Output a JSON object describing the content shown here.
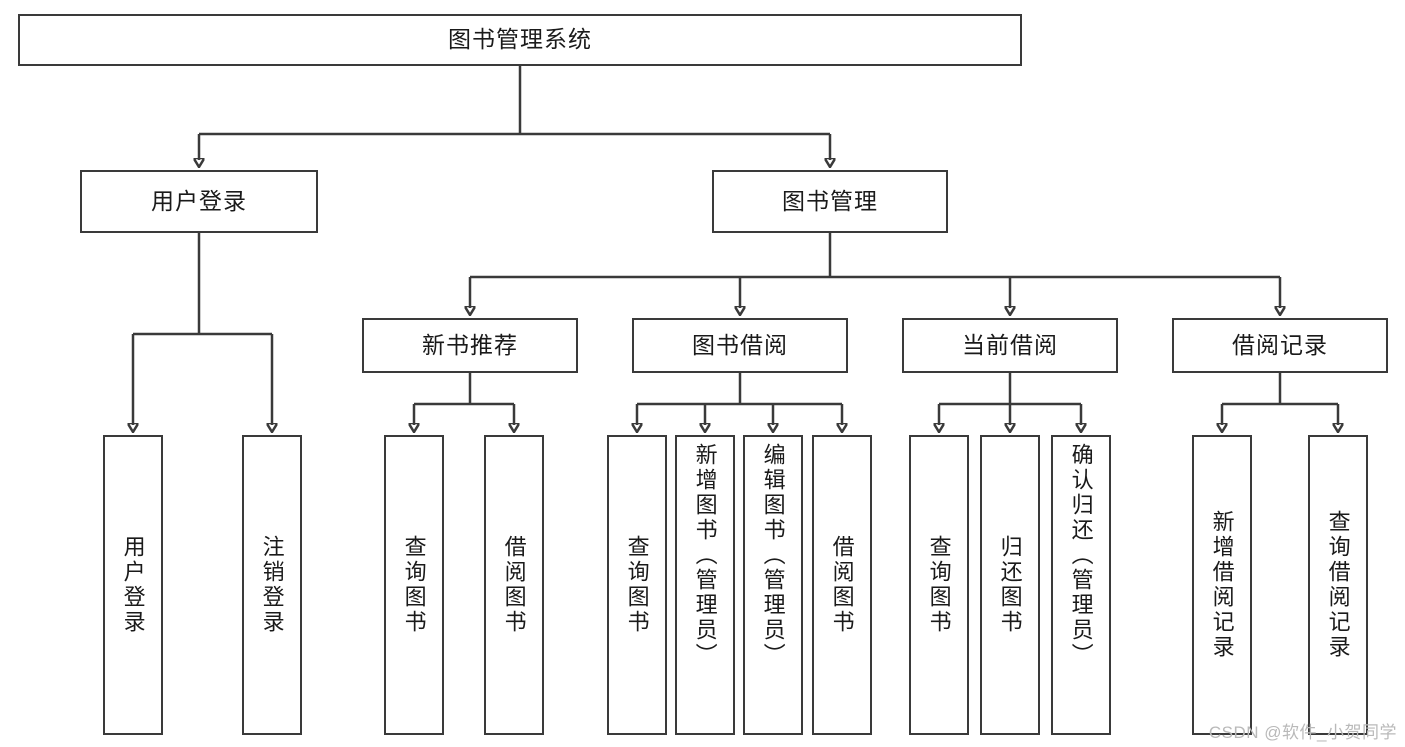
{
  "diagram": {
    "type": "tree-hierarchy",
    "title": "图书管理系统",
    "orientation": "top-down",
    "colors": {
      "stroke": "#3a3a3a",
      "node_fill": "#ffffff",
      "text": "#1a1a1a",
      "watermark": "#b9b9b9",
      "background": "#ffffff"
    },
    "root": {
      "label": "图书管理系统"
    },
    "level2": [
      {
        "label": "用户登录"
      },
      {
        "label": "图书管理"
      }
    ],
    "level3": [
      {
        "label": "新书推荐"
      },
      {
        "label": "图书借阅"
      },
      {
        "label": "当前借阅"
      },
      {
        "label": "借阅记录"
      }
    ],
    "leaves": {
      "user_login": [
        {
          "label": "用户登录"
        },
        {
          "label": "注销登录"
        }
      ],
      "new_book_recommend": [
        {
          "label": "查询图书"
        },
        {
          "label": "借阅图书"
        }
      ],
      "book_borrow": [
        {
          "label": "查询图书"
        },
        {
          "label": "新增图书（管理员）"
        },
        {
          "label": "编辑图书（管理员）"
        },
        {
          "label": "借阅图书"
        }
      ],
      "current_borrow": [
        {
          "label": "查询图书"
        },
        {
          "label": "归还图书"
        },
        {
          "label": "确认归还（管理员）"
        }
      ],
      "borrow_record": [
        {
          "label": "新增借阅记录"
        },
        {
          "label": "查询借阅记录"
        }
      ]
    }
  },
  "watermark": {
    "text": "CSDN @软件_小贺同学"
  }
}
